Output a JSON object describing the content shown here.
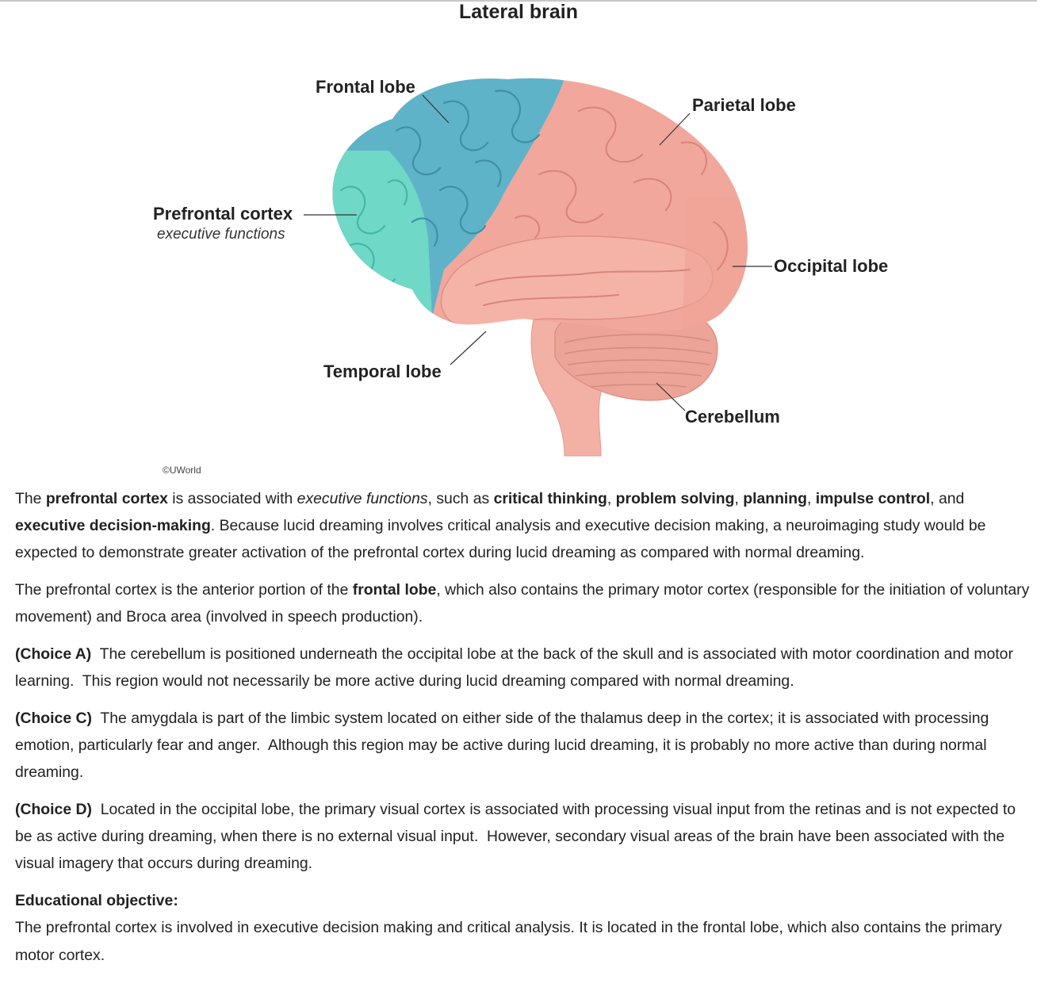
{
  "figure": {
    "title": "Lateral brain",
    "labels": {
      "frontal": "Frontal lobe",
      "parietal": "Parietal lobe",
      "prefrontal": "Prefrontal cortex",
      "prefrontal_sub": "executive functions",
      "occipital": "Occipital lobe",
      "temporal": "Temporal lobe",
      "cerebellum": "Cerebellum"
    },
    "copyright": "©UWorld",
    "colors": {
      "frontal": "#5fb3c9",
      "prefrontal": "#6fd8c6",
      "cortex": "#f2a79c",
      "cerebellum": "#eba497"
    }
  },
  "explanation": {
    "p1": {
      "t1": "The ",
      "b1": "prefrontal cortex",
      "t2": " is associated with ",
      "i1": "executive functions",
      "t3": ", such as ",
      "b2": "critical thinking",
      "s1": ", ",
      "b3": "problem solving",
      "s2": ", ",
      "b4": "planning",
      "s3": ", ",
      "b5": "impulse control",
      "s4": ", and ",
      "b6": "executive decision-making",
      "t4": ".  Because lucid dreaming involves critical analysis and executive decision making, a neuroimaging study would be expected to demonstrate greater activation of the prefrontal cortex during lucid dreaming as compared with normal dreaming."
    },
    "p2": {
      "t1": "The prefrontal cortex is the anterior portion of the ",
      "b1": "frontal lobe",
      "t2": ", which also contains the primary motor cortex (responsible for the initiation of voluntary movement) and Broca area (involved in speech production)."
    },
    "choices": [
      {
        "label": "(Choice A)",
        "text": "  The cerebellum is positioned underneath the occipital lobe at the back of the skull and is associated with motor coordination and motor learning.  This region would not necessarily be more active during lucid dreaming compared with normal dreaming."
      },
      {
        "label": "(Choice C)",
        "text": "  The amygdala is part of the limbic system located on either side of the thalamus deep in the cortex; it is associated with processing emotion, particularly fear and anger.  Although this region may be active during lucid dreaming, it is probably no more active than during normal dreaming."
      },
      {
        "label": "(Choice D)",
        "text": "  Located in the occipital lobe, the primary visual cortex is associated with processing visual input from the retinas and is not expected to be as active during dreaming, when there is no external visual input.  However, secondary visual areas of the brain have been associated with the visual imagery that occurs during dreaming."
      }
    ],
    "objective": {
      "heading": "Educational objective:",
      "text": "The prefrontal cortex is involved in executive decision making and critical analysis.  It is located in the frontal lobe, which also contains the primary motor cortex."
    }
  }
}
